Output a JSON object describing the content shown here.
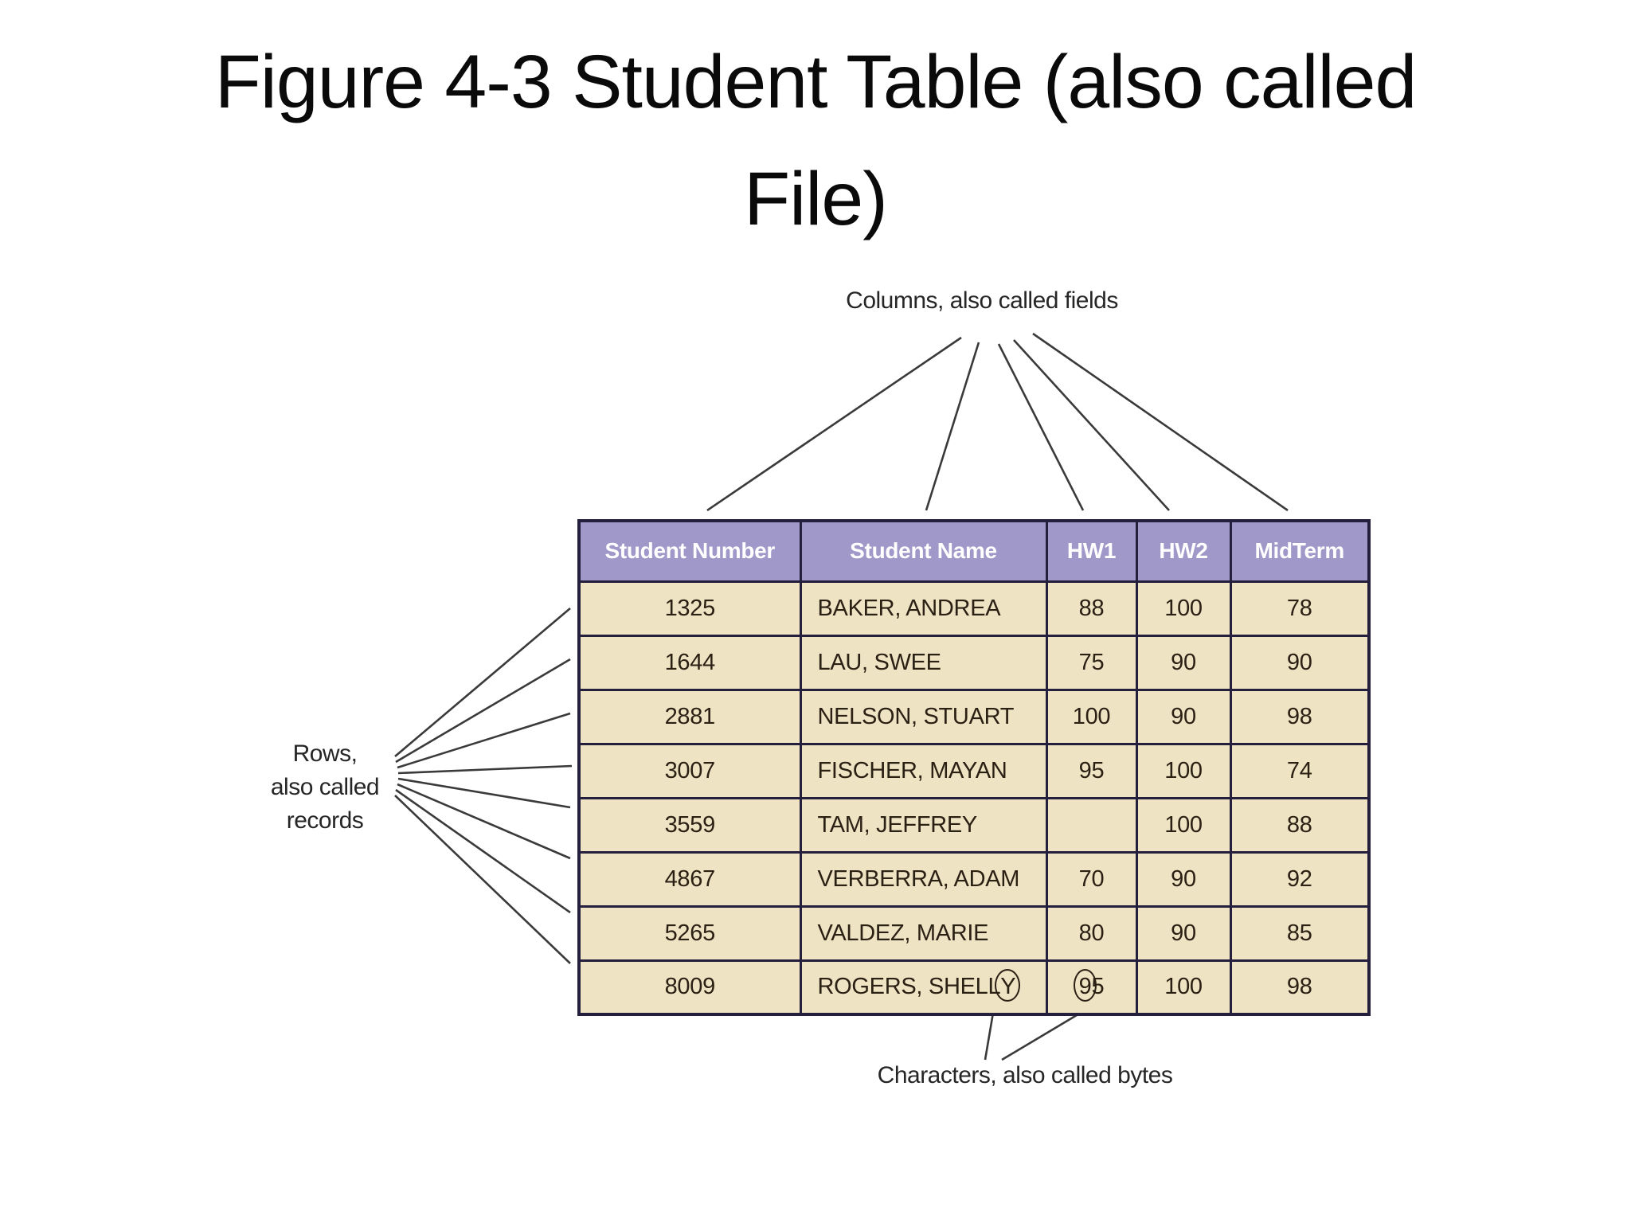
{
  "title": {
    "line1": "Figure 4-3 Student Table (also called",
    "line2": "File)"
  },
  "annotations": {
    "columns": "Columns, also called fields",
    "rows_line1": "Rows,",
    "rows_line2": "also called",
    "rows_line3": "records",
    "characters": "Characters, also called bytes"
  },
  "table": {
    "headers": [
      "Student Number",
      "Student Name",
      "HW1",
      "HW2",
      "MidTerm"
    ],
    "rows": [
      [
        "1325",
        "BAKER, ANDREA",
        "88",
        "100",
        "78"
      ],
      [
        "1644",
        "LAU, SWEE",
        "75",
        "90",
        "90"
      ],
      [
        "2881",
        "NELSON, STUART",
        "100",
        "90",
        "98"
      ],
      [
        "3007",
        "FISCHER, MAYAN",
        "95",
        "100",
        "74"
      ],
      [
        "3559",
        "TAM, JEFFREY",
        "",
        "100",
        "88"
      ],
      [
        "4867",
        "VERBERRA, ADAM",
        "70",
        "90",
        "92"
      ],
      [
        "5265",
        "VALDEZ, MARIE",
        "80",
        "90",
        "85"
      ],
      [
        "8009",
        "ROGERS, SHELLY",
        "95",
        "100",
        "98"
      ]
    ],
    "circled_characters": [
      {
        "row": 7,
        "col": 1,
        "char": 13
      },
      {
        "row": 7,
        "col": 2,
        "char": 0
      }
    ]
  },
  "colors": {
    "header_bg": "#9f98c8",
    "body_bg": "#eee3c3",
    "border": "#241f3c",
    "header_text": "#ffffff",
    "body_text": "#2b2014",
    "annotation_text": "#262626",
    "line_stroke": "#3a3a3a",
    "background": "#ffffff"
  }
}
